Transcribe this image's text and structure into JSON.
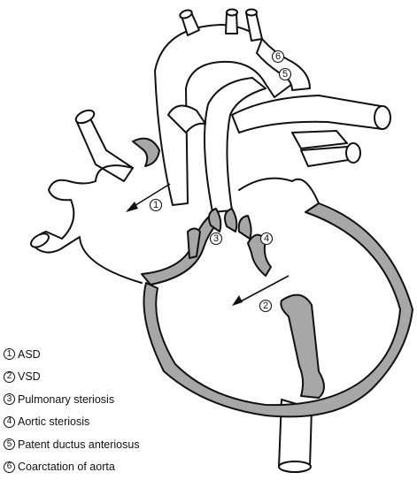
{
  "markers": [
    "①",
    "②",
    "③",
    "④",
    "⑤",
    "⑥"
  ],
  "legend": [
    {
      "num": "1",
      "label": "ASD"
    },
    {
      "num": "2",
      "label": "VSD"
    },
    {
      "num": "3",
      "label": "Pulmonary steriosis"
    },
    {
      "num": "4",
      "label": "Aortic steriosis"
    },
    {
      "num": "5",
      "label": "Patent ductus anteriosus"
    },
    {
      "num": "6",
      "label": "Coarctation of aorta"
    }
  ]
}
